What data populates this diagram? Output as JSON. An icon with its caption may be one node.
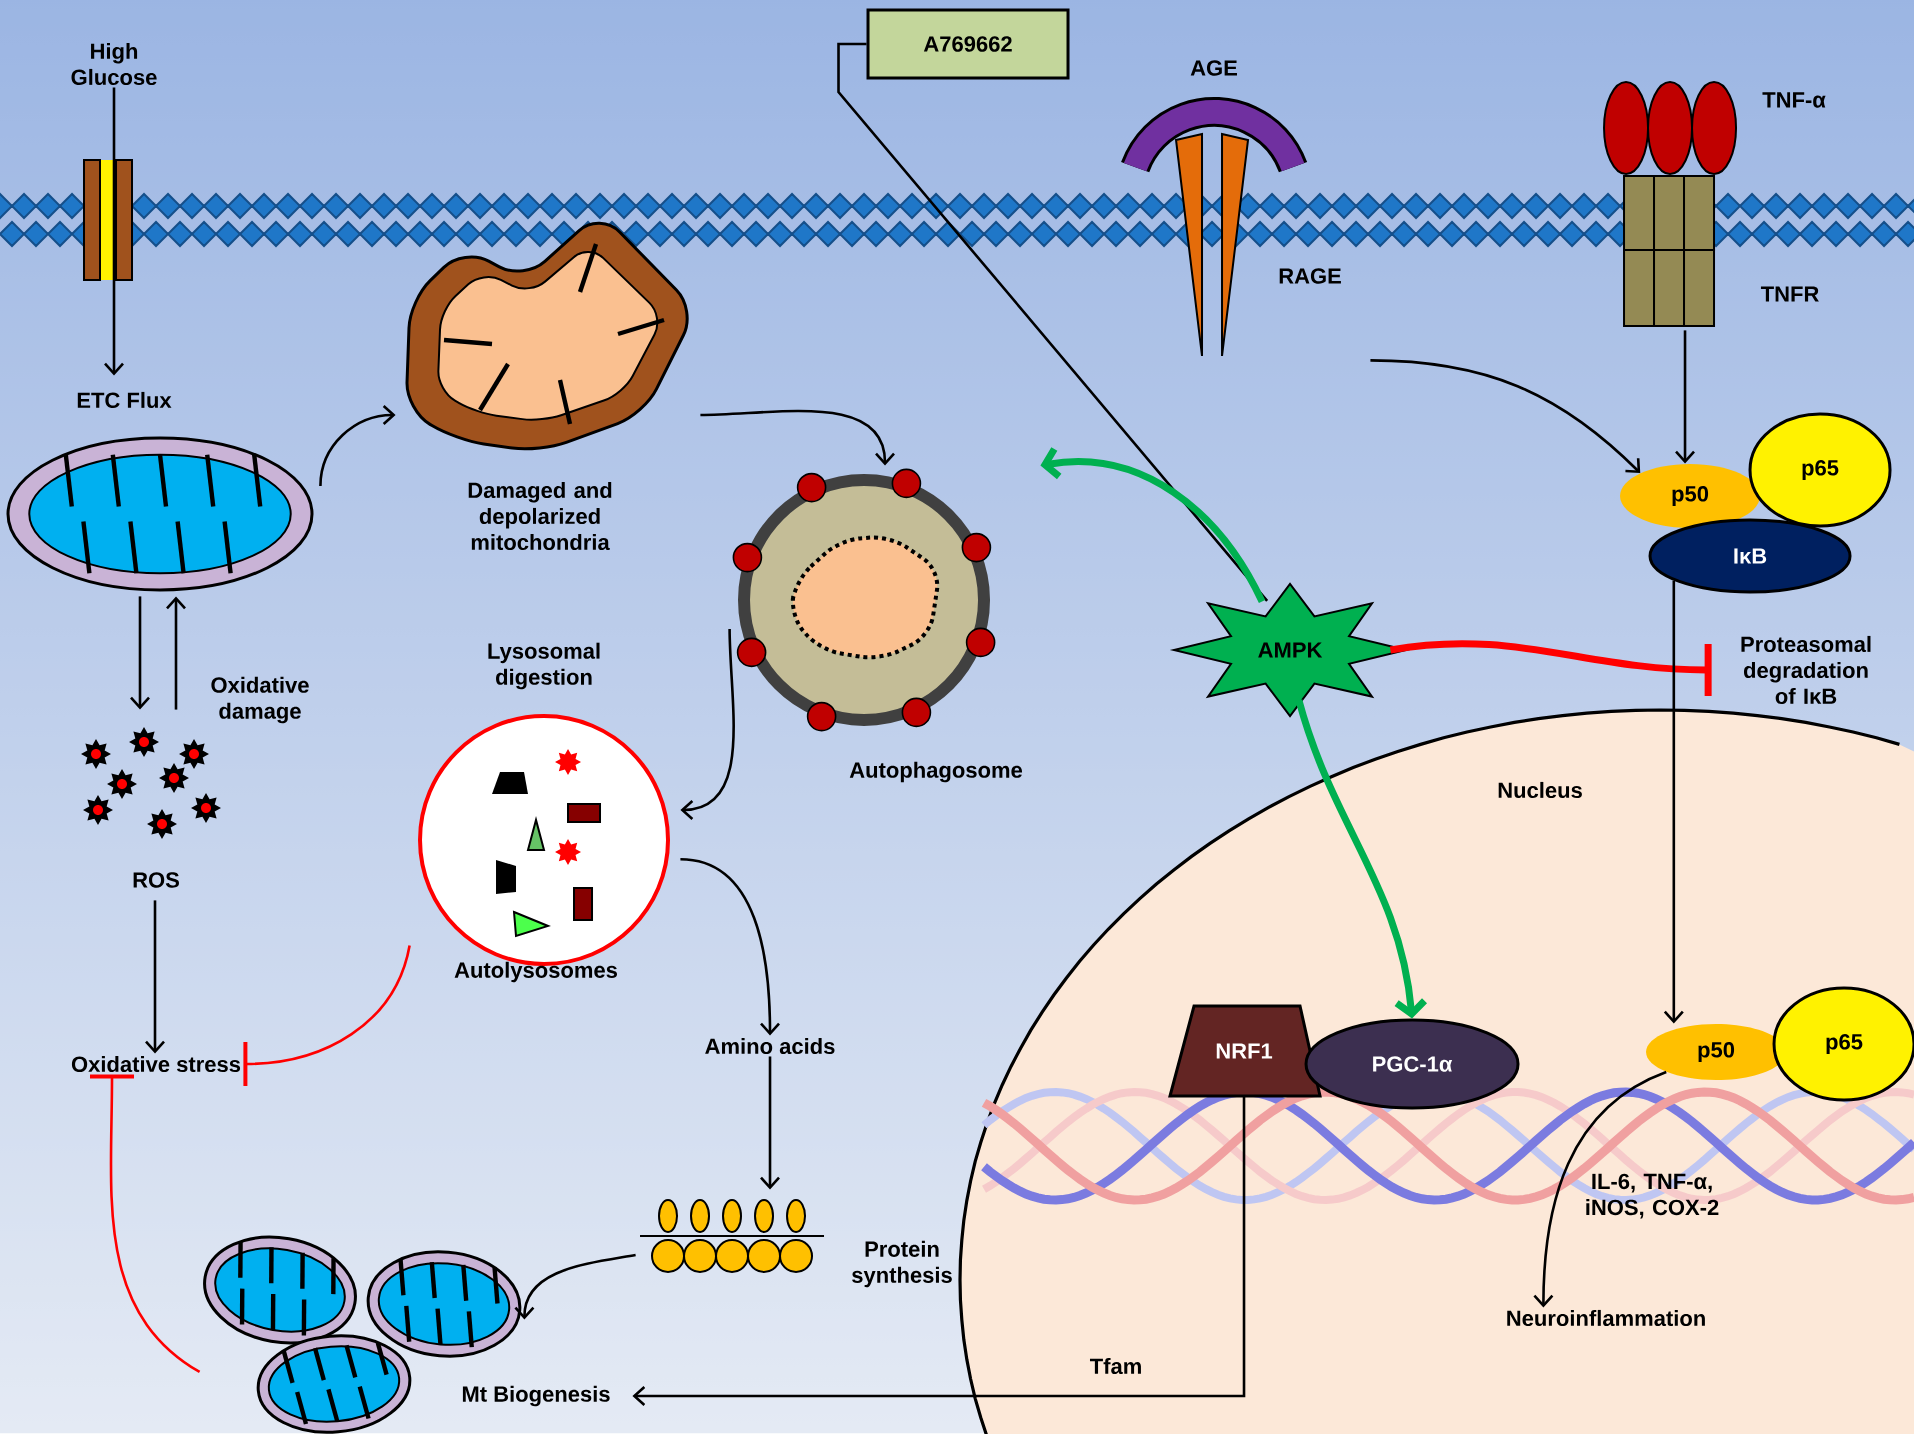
{
  "diagram": {
    "nodes": [
      {
        "text": [
          "High Glucose"
        ]
      },
      {
        "text": [
          "ETC Flux"
        ]
      },
      {
        "text": [
          "Damaged and depolarized mitochondria"
        ]
      },
      {
        "text": [
          "A769662"
        ]
      },
      {
        "text": [
          "AGE",
          "RAGE"
        ]
      },
      {
        "text": [
          "TNF-α",
          "TNFR"
        ]
      },
      {
        "text": [
          "Autophagosome"
        ]
      },
      {
        "text": [
          "AMPK"
        ]
      },
      {
        "text": [
          "p50"
        ]
      },
      {
        "text": [
          "p65"
        ]
      },
      {
        "text": [
          "IκB"
        ]
      },
      {
        "text": [
          "Proteasomal degradation of IκB"
        ]
      },
      {
        "text": [
          "ROS"
        ]
      },
      {
        "text": [
          "Oxidative stress"
        ]
      },
      {
        "text": [
          "Lysosomal digestion",
          "Autolysosomes"
        ]
      },
      {
        "text": [
          "Amino acids"
        ]
      },
      {
        "text": [
          "Protein synthesis"
        ]
      },
      {
        "text": [
          "Mt Biogenesis"
        ]
      },
      {
        "text": [
          "Nucleus"
        ]
      },
      {
        "text": [
          "NRF1"
        ],
        "in": 18
      },
      {
        "text": [
          "PGC-1α"
        ],
        "in": 18
      },
      {
        "text": [
          "p50"
        ],
        "in": 18
      },
      {
        "text": [
          "p65"
        ],
        "in": 18
      },
      {
        "text": [
          "Neuroinflammation"
        ],
        "in": 18
      }
    ],
    "edges": [
      {
        "from": 0,
        "to": 1,
        "arrow": "to"
      },
      {
        "from": 1,
        "to": 2,
        "arrow": "to"
      },
      {
        "from": 2,
        "to": 6,
        "arrow": "to"
      },
      {
        "from": 6,
        "to": 14,
        "arrow": "to"
      },
      {
        "from": 14,
        "to": 15,
        "arrow": "to"
      },
      {
        "from": 15,
        "to": 16,
        "arrow": "to"
      },
      {
        "from": 16,
        "to": 17,
        "arrow": "to"
      },
      {
        "from": 1,
        "to": 12,
        "arrow": "to"
      },
      {
        "from": 12,
        "to": 1,
        "arrow": "to",
        "label": "Oxidative damage"
      },
      {
        "from": 12,
        "to": 13,
        "arrow": "to"
      },
      {
        "from": 14,
        "to": 13,
        "arrow": "other",
        "color": "#ff0000"
      },
      {
        "from": 17,
        "to": 13,
        "arrow": "other",
        "color": "#ff0000"
      },
      {
        "from": 3,
        "to": 7,
        "arrow": "none"
      },
      {
        "from": 7,
        "to": 6,
        "arrow": "to",
        "style": "thick",
        "color": "#00b050"
      },
      {
        "from": 7,
        "to": 20,
        "arrow": "to",
        "style": "thick",
        "color": "#00b050"
      },
      {
        "from": 7,
        "to": 11,
        "arrow": "other",
        "style": "thick",
        "color": "#ff0000"
      },
      {
        "from": 4,
        "to": 8,
        "arrow": "to"
      },
      {
        "from": 5,
        "to": 8,
        "arrow": "to"
      },
      {
        "from": 10,
        "to": 21,
        "arrow": "to"
      },
      {
        "from": 21,
        "to": 23,
        "arrow": "to",
        "label": "IL-6, TNF-α, iNOS, COX-2"
      },
      {
        "from": 19,
        "to": 17,
        "arrow": "to",
        "label": "Tfam"
      }
    ]
  }
}
